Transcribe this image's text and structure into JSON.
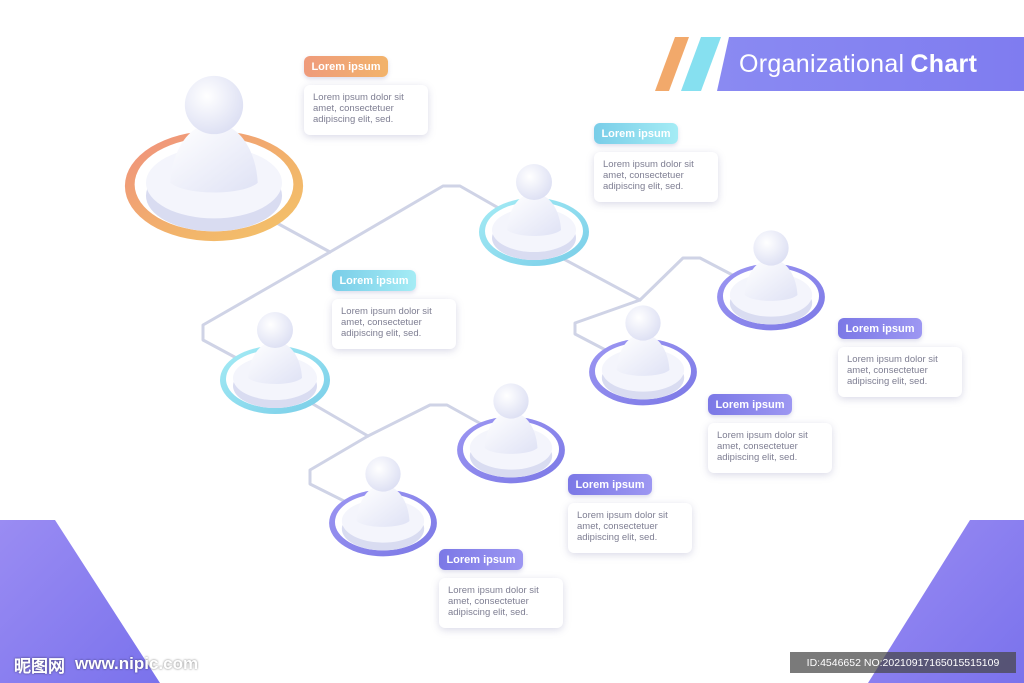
{
  "title": {
    "light": "Organizational",
    "bold": "Chart"
  },
  "colors": {
    "gradient_orange_start": "#f2b36b",
    "gradient_orange_end": "#ef9b7c",
    "cyan": "#7fdcef",
    "cyan_dark": "#79cde8",
    "purple": "#8a86ef",
    "purple_dark": "#7b78e6",
    "connector": "#cfd3e6",
    "node_body": "#eceffb"
  },
  "nodes": [
    {
      "id": "ceo",
      "label": "Lorem ipsum",
      "text": [
        "Lorem ipsum dolor sit",
        "amet, consectetuer",
        "adipiscing elit, sed."
      ],
      "ring": "orange"
    },
    {
      "id": "manager-a",
      "label": "Lorem ipsum",
      "text": [
        "Lorem ipsum dolor sit",
        "amet, consectetuer",
        "adipiscing elit, sed."
      ],
      "ring": "cyan"
    },
    {
      "id": "manager-b",
      "label": "Lorem ipsum",
      "text": [
        "Lorem ipsum dolor sit",
        "amet, consectetuer",
        "adipiscing elit, sed."
      ],
      "ring": "cyan"
    },
    {
      "id": "staff-1",
      "label": "Lorem ipsum",
      "text": [
        "Lorem ipsum dolor sit",
        "amet, consectetuer",
        "adipiscing elit, sed."
      ],
      "ring": "purple"
    },
    {
      "id": "staff-2",
      "label": "Lorem ipsum",
      "text": [
        "Lorem ipsum dolor sit",
        "amet, consectetuer",
        "adipiscing elit, sed."
      ],
      "ring": "purple"
    },
    {
      "id": "staff-3",
      "label": "Lorem ipsum",
      "text": [
        "Lorem ipsum dolor sit",
        "amet, consectetuer",
        "adipiscing elit, sed."
      ],
      "ring": "purple"
    },
    {
      "id": "staff-4",
      "label": "Lorem ipsum",
      "text": [
        "Lorem ipsum dolor sit",
        "amet, consectetuer",
        "adipiscing elit, sed."
      ],
      "ring": "purple"
    }
  ],
  "watermark": {
    "left": "昵图网",
    "left_url": "www.nipic.com",
    "right": "ID:4546652 NO:20210917165015515109"
  }
}
